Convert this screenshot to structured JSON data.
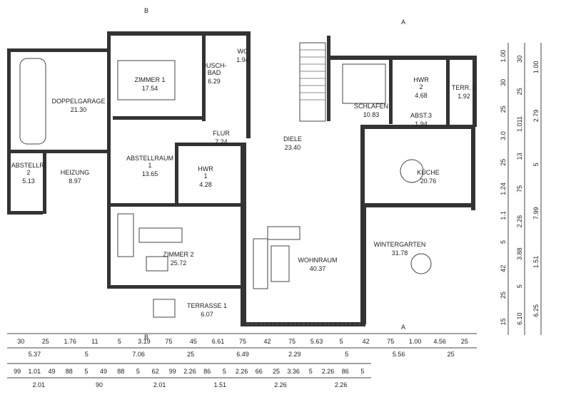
{
  "rooms": [
    {
      "id": "doppelgarage",
      "name": "DOPPELGARAGE",
      "area": "21.30"
    },
    {
      "id": "zimmer1",
      "name": "ZIMMER 1",
      "area": "17.54"
    },
    {
      "id": "duschbad",
      "name": "DUSCH-\nBAD",
      "area": "6.29"
    },
    {
      "id": "wc",
      "name": "WC",
      "area": "1.94"
    },
    {
      "id": "schlafen",
      "name": "SCHLAFEN",
      "area": "10.83"
    },
    {
      "id": "hwr2",
      "name": "HWR\n2",
      "area": "4.68"
    },
    {
      "id": "terr2",
      "name": "TERR. 2",
      "area": "1.92"
    },
    {
      "id": "abst3",
      "name": "ABST.3",
      "area": "1.94"
    },
    {
      "id": "flur",
      "name": "FLUR",
      "area": "7.24"
    },
    {
      "id": "diele",
      "name": "DIELE",
      "area": "23.40"
    },
    {
      "id": "abstellr2",
      "name": "ABSTELLR.\n2",
      "area": "5.13"
    },
    {
      "id": "heizung",
      "name": "HEIZUNG",
      "area": "8.97"
    },
    {
      "id": "abstellraum1",
      "name": "ABSTELLRAUM\n1",
      "area": "13.65"
    },
    {
      "id": "hwr1",
      "name": "HWR\n1",
      "area": "4.28"
    },
    {
      "id": "kueche",
      "name": "KÜCHE",
      "area": "20.76"
    },
    {
      "id": "zimmer2",
      "name": "ZIMMER 2",
      "area": "25.72"
    },
    {
      "id": "wohnraum",
      "name": "WOHNRAUM",
      "area": "40.37"
    },
    {
      "id": "wintergarten",
      "name": "WINTERGARTEN",
      "area": "31.78"
    },
    {
      "id": "terrasse1",
      "name": "TERRASSE 1",
      "area": "6.07"
    }
  ],
  "section_markers": [
    "B",
    "A",
    "B",
    "A"
  ],
  "dims_bottom_row1": [
    "30",
    "25",
    "1.76",
    "11",
    "5",
    "3.19",
    "75",
    "45",
    "6.61",
    "75",
    "42",
    "75",
    "5.63",
    "5",
    "42",
    "75",
    "1.00",
    "4.56",
    "25"
  ],
  "dims_bottom_row2": [
    "5.37",
    "5",
    "7.06",
    "25",
    "6.49",
    "2.29",
    "5",
    "5.56",
    "25"
  ],
  "dims_bottom_row3": [
    "99",
    "1.01",
    "49",
    "88",
    "5",
    "49",
    "88",
    "5",
    "62",
    "99",
    "2.26",
    "86",
    "5",
    "2.26",
    "66",
    "25",
    "3.36",
    "5",
    "2.26",
    "86",
    "5"
  ],
  "dims_bottom_row4": [
    "2.01",
    "90",
    "2.01",
    "1.51",
    "2.26",
    "2.26"
  ],
  "dims_right_col1": [
    "1.00",
    "30",
    "25",
    "3.0",
    "25",
    "1.24",
    "1.1",
    "5",
    "42",
    "25",
    "15"
  ],
  "dims_right_col2": [
    "30",
    "25",
    "1.011",
    "13",
    "75",
    "2.26",
    "3.88",
    "5",
    "6.10"
  ],
  "dims_right_col3": [
    "1.00",
    "2.79",
    "5",
    "7.99",
    "1.51",
    "6.25"
  ]
}
